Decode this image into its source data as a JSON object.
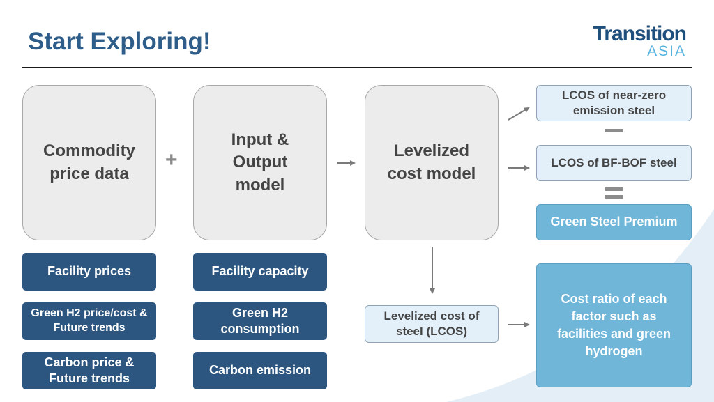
{
  "header": {
    "title": "Start Exploring!",
    "logo_line1": "Transition",
    "logo_line2": "ASIA"
  },
  "boxes": {
    "commodity": "Commodity price data",
    "input_output": "Input & Output model",
    "levelized": "Levelized cost model",
    "facility_prices": "Facility prices",
    "green_h2_price": "Green H2 price/cost & Future trends",
    "carbon_price": "Carbon price & Future trends",
    "facility_capacity": "Facility capacity",
    "green_h2_consumption": "Green H2 consumption",
    "carbon_emission": "Carbon emission",
    "lcos_output": "Levelized cost of steel (LCOS)",
    "lcos_near_zero": "LCOS of near-zero emission steel",
    "lcos_bfbof": "LCOS of BF-BOF steel",
    "green_premium": "Green Steel Premium",
    "cost_ratio": "Cost ratio of each factor such as facilities and green hydrogen"
  },
  "operators": {
    "plus": "+"
  },
  "colors": {
    "title": "#2e5d8a",
    "dark_box": "#2c5680",
    "light_box": "#e3f0f9",
    "accent_box": "#6fb6d9",
    "gray_box": "#ececec"
  }
}
